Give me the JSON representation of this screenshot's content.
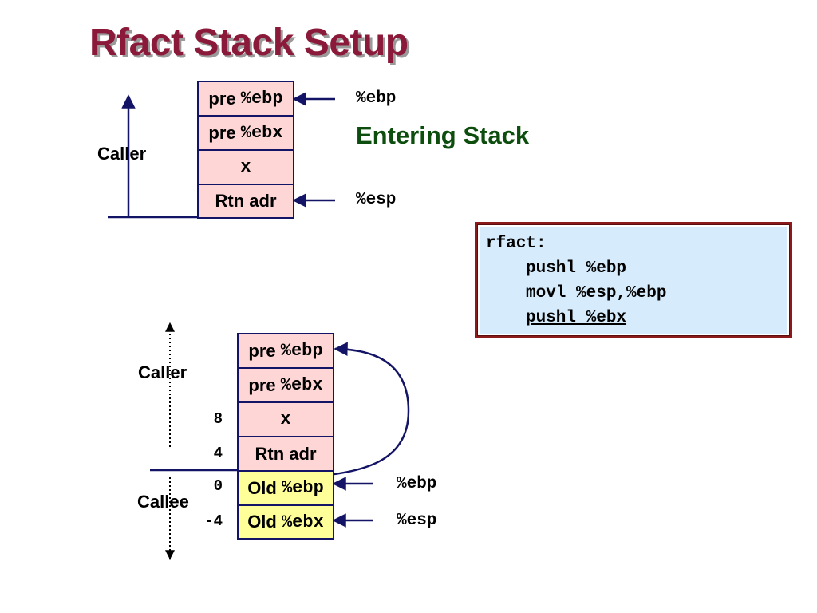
{
  "title": "Rfact Stack Setup",
  "subtitle": "Entering Stack",
  "diagram1": {
    "side_label": "Caller",
    "cells": [
      {
        "word": "pre",
        "reg": "%ebp"
      },
      {
        "word": "pre",
        "reg": "%ebx"
      },
      {
        "word": "",
        "reg": "x"
      },
      {
        "word": "Rtn adr",
        "reg": ""
      }
    ],
    "pointers": {
      "top": "%ebp",
      "bottom": "%esp"
    }
  },
  "diagram2": {
    "caller_label": "Caller",
    "callee_label": "Callee",
    "cells": [
      {
        "word": "pre",
        "reg": "%ebp",
        "offset": ""
      },
      {
        "word": "pre",
        "reg": "%ebx",
        "offset": ""
      },
      {
        "word": "",
        "reg": "x",
        "offset": "8"
      },
      {
        "word": "Rtn adr",
        "reg": "",
        "offset": "4"
      },
      {
        "word": "Old",
        "reg": "%ebp",
        "offset": "0"
      },
      {
        "word": "Old",
        "reg": "%ebx",
        "offset": "-4"
      }
    ],
    "pointers": {
      "ebp": "%ebp",
      "esp": "%esp"
    }
  },
  "code": {
    "label": "rfact:",
    "lines": [
      "pushl %ebp",
      "movl %esp,%ebp",
      "pushl %ebx"
    ]
  },
  "colors": {
    "title": "#8b1a3a",
    "caller_cell": "#ffd6d6",
    "callee_cell": "#ffff99",
    "border": "#141466",
    "subtitle": "#0d4d0d",
    "code_frame": "#8b1a1a",
    "code_bg": "#d6ecfc"
  }
}
